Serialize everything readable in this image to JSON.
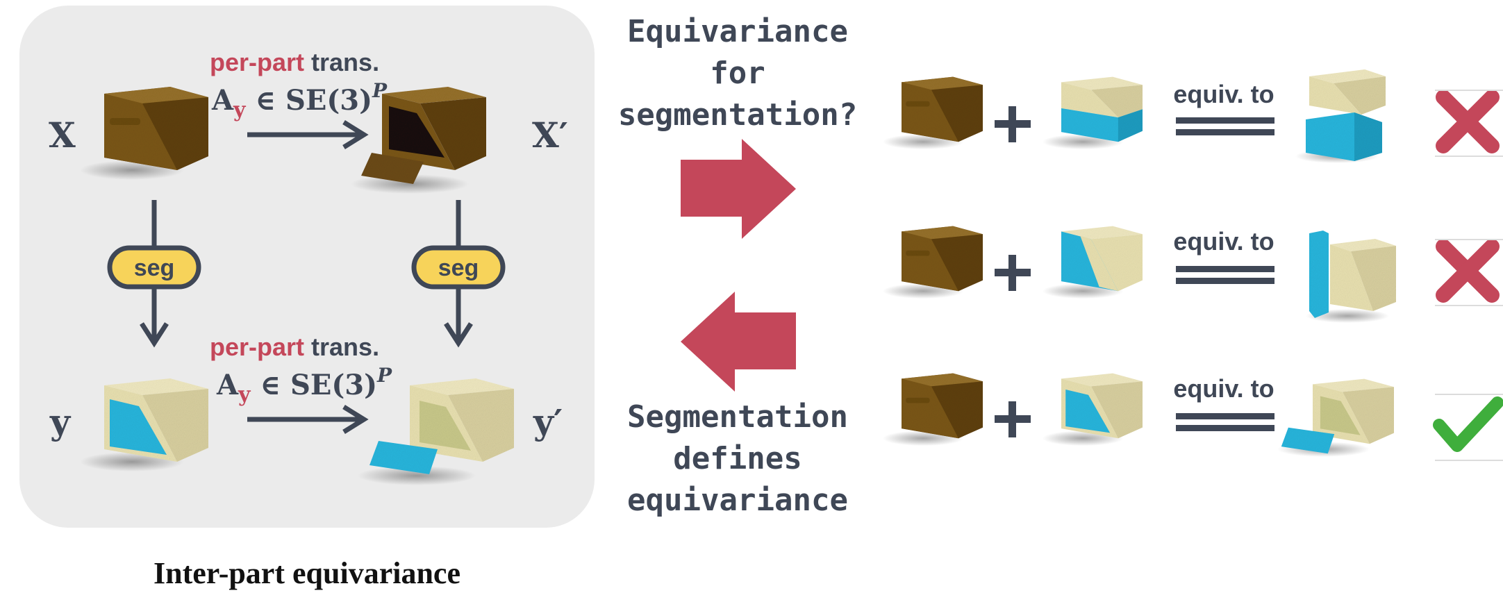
{
  "diagram": {
    "caption": "Inter-part equivariance",
    "inputs": {
      "x": "X",
      "x_prime": "X′",
      "y": "y",
      "y_prime": "y′"
    },
    "transform": {
      "prefix_colored": "per-part",
      "suffix": " trans.",
      "formula_A": "A",
      "formula_sub": "y",
      "formula_rest": " ∈ SE(3)",
      "formula_sup": "P"
    },
    "seg_label": "seg",
    "question": [
      "Equivariance",
      "for",
      "segmentation?"
    ],
    "answer": [
      "Segmentation",
      "defines",
      "equivariance"
    ],
    "rows": [
      {
        "relation": "equiv. to",
        "result": "cross"
      },
      {
        "relation": "equiv. to",
        "result": "cross"
      },
      {
        "relation": "equiv. to",
        "result": "check"
      }
    ],
    "colors": {
      "panel": "#ebebeb",
      "accent_red": "#c4475a",
      "dark_slate": "#3f4756",
      "seg_pill": "#f7d35a",
      "brown_cube": "#7a5617",
      "cream_cube": "#e8e0b0",
      "cyan_part": "#29b5dc",
      "check_green": "#3fae3c"
    }
  }
}
